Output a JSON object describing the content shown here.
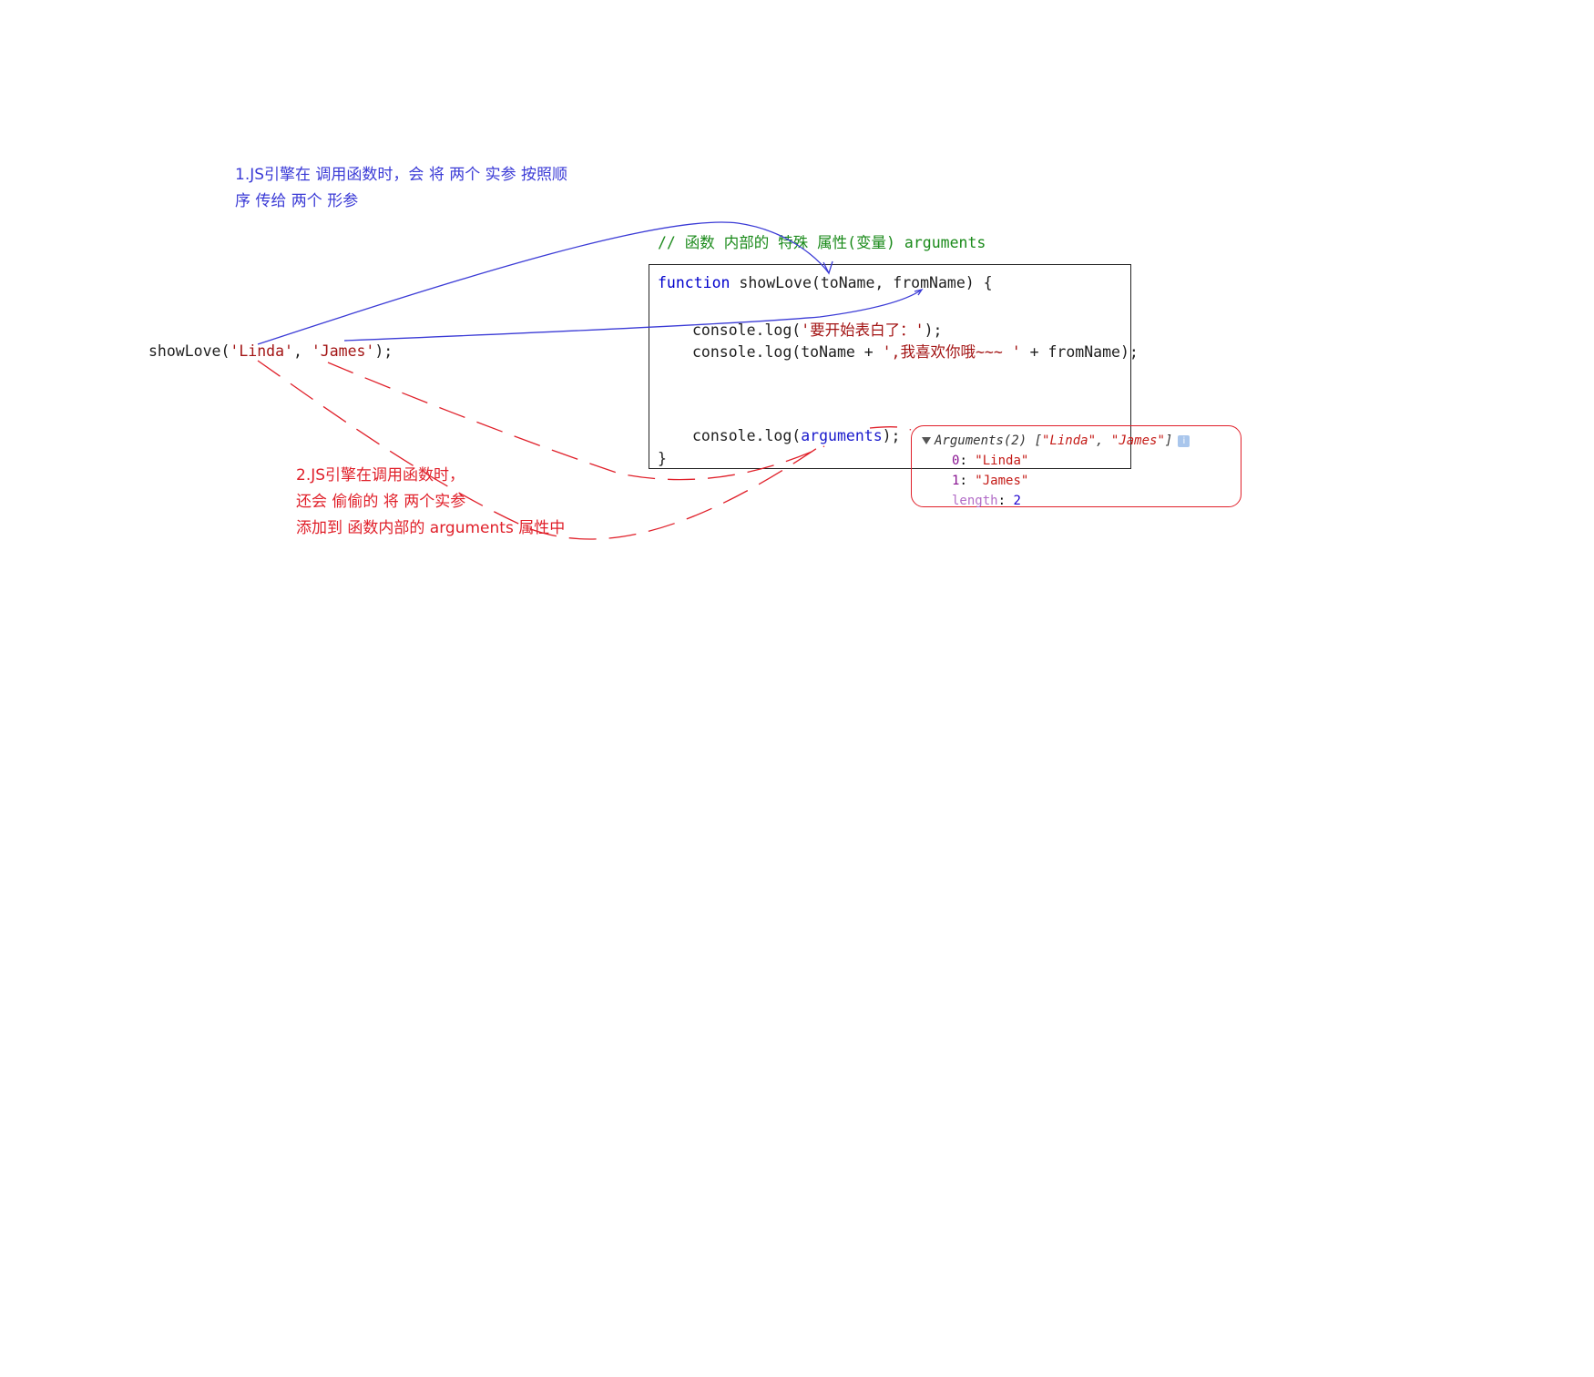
{
  "notes": {
    "blue_line1": "1.JS引擎在 调用函数时，会 将 两个 实参 按照顺",
    "blue_line2": "序 传给 两个 形参",
    "red_line1": "2.JS引擎在调用函数时，",
    "red_line2": "还会 偷偷的 将 两个实参",
    "red_line3": "添加到 函数内部的 arguments 属性中"
  },
  "call": {
    "fn": "showLove(",
    "arg1": "'Linda'",
    "sep": ", ",
    "arg2": "'James'",
    "end": ");"
  },
  "comment": "// 函数 内部的 特殊 属性(变量) arguments",
  "code": {
    "kw_function": "function",
    "signature": " showLove(toName, fromName) {",
    "line1_pre": "console.log(",
    "line1_str": "'要开始表白了：'",
    "line1_post": ");",
    "line2_pre": "console.log(toName + ",
    "line2_str": "',我喜欢你哦~~~ '",
    "line2_post": " + fromName);",
    "line3_pre": "console.log(",
    "line3_arg": "arguments",
    "line3_post": ");",
    "close": "}"
  },
  "console": {
    "header_label": "Arguments(2) [",
    "header_v1": "\"Linda\"",
    "header_sep": ", ",
    "header_v2": "\"James\"",
    "header_end": "]",
    "info": "i",
    "row0_key": "0",
    "row0_val": "\"Linda\"",
    "row1_key": "1",
    "row1_val": "\"James\"",
    "len_key": "length",
    "len_val": "2",
    "colon": ": "
  },
  "colors": {
    "blue_annotation": "#3b3bd6",
    "red_annotation": "#e0202a",
    "string": "#a31515",
    "keyword": "#0000cc",
    "comment": "#1a8a1a"
  }
}
